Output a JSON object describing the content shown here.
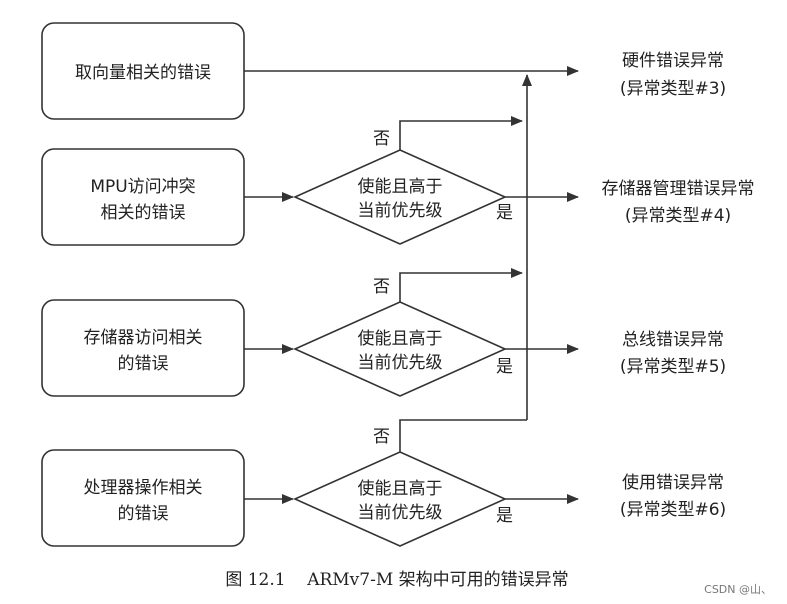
{
  "sources": [
    {
      "lines": [
        "取向量相关的错误"
      ]
    },
    {
      "lines": [
        "MPU访问冲突",
        "相关的错误"
      ]
    },
    {
      "lines": [
        "存储器访问相关",
        "的错误"
      ]
    },
    {
      "lines": [
        "处理器操作相关",
        "的错误"
      ]
    }
  ],
  "decision": {
    "lines": [
      "使能且高于",
      "当前优先级"
    ]
  },
  "no_label": "否",
  "yes_label": "是",
  "outputs": [
    {
      "lines": [
        "硬件错误异常",
        "(异常类型#3)"
      ]
    },
    {
      "lines": [
        "存储器管理错误异常",
        "(异常类型#4)"
      ]
    },
    {
      "lines": [
        "总线错误异常",
        "(异常类型#5)"
      ]
    },
    {
      "lines": [
        "使用错误异常",
        "(异常类型#6)"
      ]
    }
  ],
  "caption": "图 12.1    ARMv7-M 架构中可用的错误异常",
  "watermark": "CSDN @山、"
}
